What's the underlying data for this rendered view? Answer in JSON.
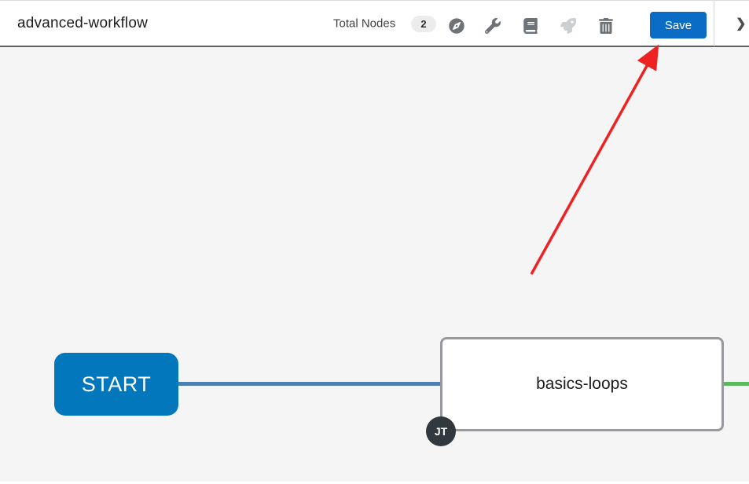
{
  "header": {
    "title": "advanced-workflow",
    "total_nodes_label": "Total Nodes",
    "total_nodes_count": "2",
    "save_label": "Save",
    "chevron": "❯",
    "icon_names": [
      "compass-icon",
      "wrench-icon",
      "book-icon",
      "rocket-icon",
      "trash-icon"
    ]
  },
  "canvas": {
    "start_node_label": "START",
    "node": {
      "label": "basics-loops",
      "badge": "JT"
    },
    "annotation_arrow": {
      "shape": "arrow",
      "points_to": "save-button"
    }
  },
  "colors": {
    "save_button": "#0a6cc4",
    "start_node": "#0277bc",
    "edge_in_blue": "#4d7fb3",
    "edge_out_green": "#5cb85c",
    "node_border": "#97999c",
    "node_badge_bg": "#31383e",
    "canvas_bg": "#f5f5f6",
    "icon_gray": "#6e7377",
    "icon_disabled_gray": "#cbcfd3",
    "arrow_red": "#ee2222"
  }
}
